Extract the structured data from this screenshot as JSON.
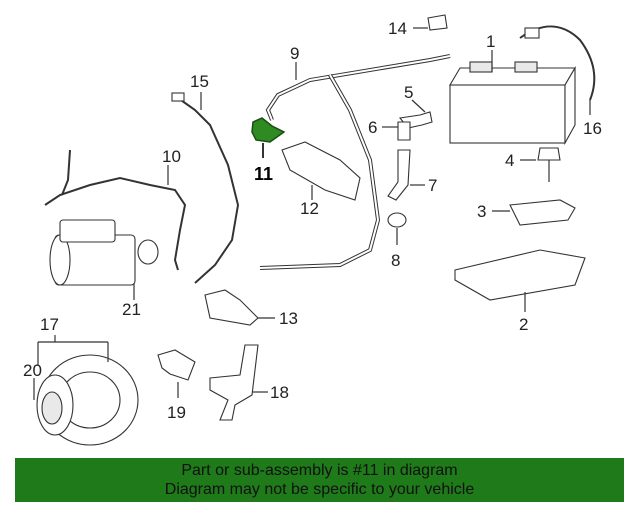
{
  "diagram": {
    "highlight_color": "#2e8b22",
    "callouts": [
      "1",
      "2",
      "3",
      "4",
      "5",
      "6",
      "7",
      "8",
      "9",
      "10",
      "11",
      "12",
      "13",
      "14",
      "15",
      "16",
      "17",
      "18",
      "19",
      "20",
      "21"
    ],
    "highlighted_callout": "11"
  },
  "banner": {
    "background": "#1f7a1a",
    "line1": "Part or sub-assembly is #11 in diagram",
    "line2": "Diagram may not be specific to your vehicle"
  }
}
